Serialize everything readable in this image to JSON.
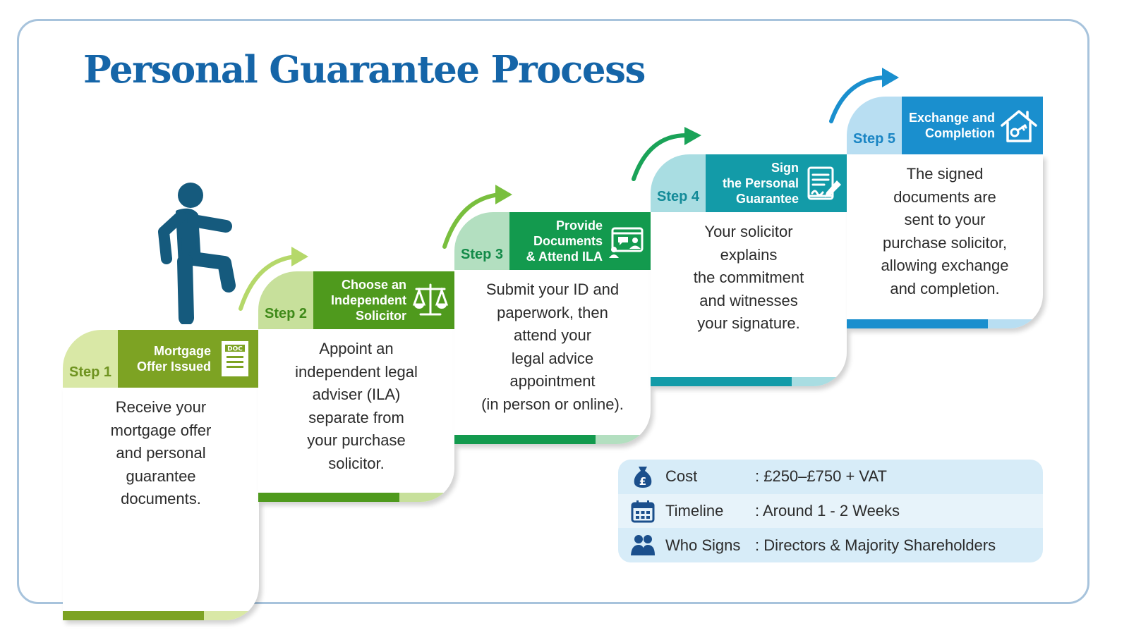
{
  "title": "Personal Guarantee Process",
  "steps": [
    {
      "label": "Step 1",
      "title": "Mortgage\nOffer Issued",
      "icon": "doc-icon",
      "icon_text": "DOC",
      "text": "Receive your\nmortgage offer\nand personal\nguarantee\ndocuments.",
      "colors": {
        "light": "#d9e8a6",
        "dark": "#7da323",
        "label_text": "#6f9320"
      }
    },
    {
      "label": "Step 2",
      "title": "Choose an\nIndependent\nSolicitor",
      "icon": "scales-icon",
      "text": "Appoint an\nindependent legal\nadviser (ILA)\nseparate from\nyour purchase\nsolicitor.",
      "colors": {
        "light": "#c7e09b",
        "dark": "#4f9a1d",
        "label_text": "#3f8a19"
      }
    },
    {
      "label": "Step 3",
      "title": "Provide\nDocuments\n& Attend ILA",
      "icon": "video-meeting-icon",
      "text": "Submit your ID and\npaperwork, then\nattend your\nlegal advice\nappointment\n(in person or online).",
      "colors": {
        "light": "#b3dfc0",
        "dark": "#139a4e",
        "label_text": "#128a48"
      }
    },
    {
      "label": "Step 4",
      "title": "Sign\nthe Personal\nGuarantee",
      "icon": "sign-document-icon",
      "text": "Your solicitor\nexplains\nthe commitment\nand witnesses\nyour signature.",
      "colors": {
        "light": "#a9dde2",
        "dark": "#139ba8",
        "label_text": "#138a98"
      }
    },
    {
      "label": "Step 5",
      "title": "Exchange and\nCompletion",
      "icon": "house-key-icon",
      "text": "The signed\ndocuments are\nsent to your\npurchase solicitor,\nallowing exchange\nand completion.",
      "colors": {
        "light": "#b8def2",
        "dark": "#1a8fce",
        "label_text": "#1a85c4"
      }
    }
  ],
  "info": [
    {
      "icon": "money-bag-icon",
      "key": "Cost",
      "value": ": £250–£750 + VAT"
    },
    {
      "icon": "calendar-icon",
      "key": "Timeline",
      "value": ": Around 1 - 2 Weeks"
    },
    {
      "icon": "people-icon",
      "key": "Who Signs",
      "value": ": Directors & Majority Shareholders"
    }
  ],
  "colors": {
    "title": "#1565a8",
    "person": "#155a7d",
    "info_icon": "#1b4f8c"
  }
}
